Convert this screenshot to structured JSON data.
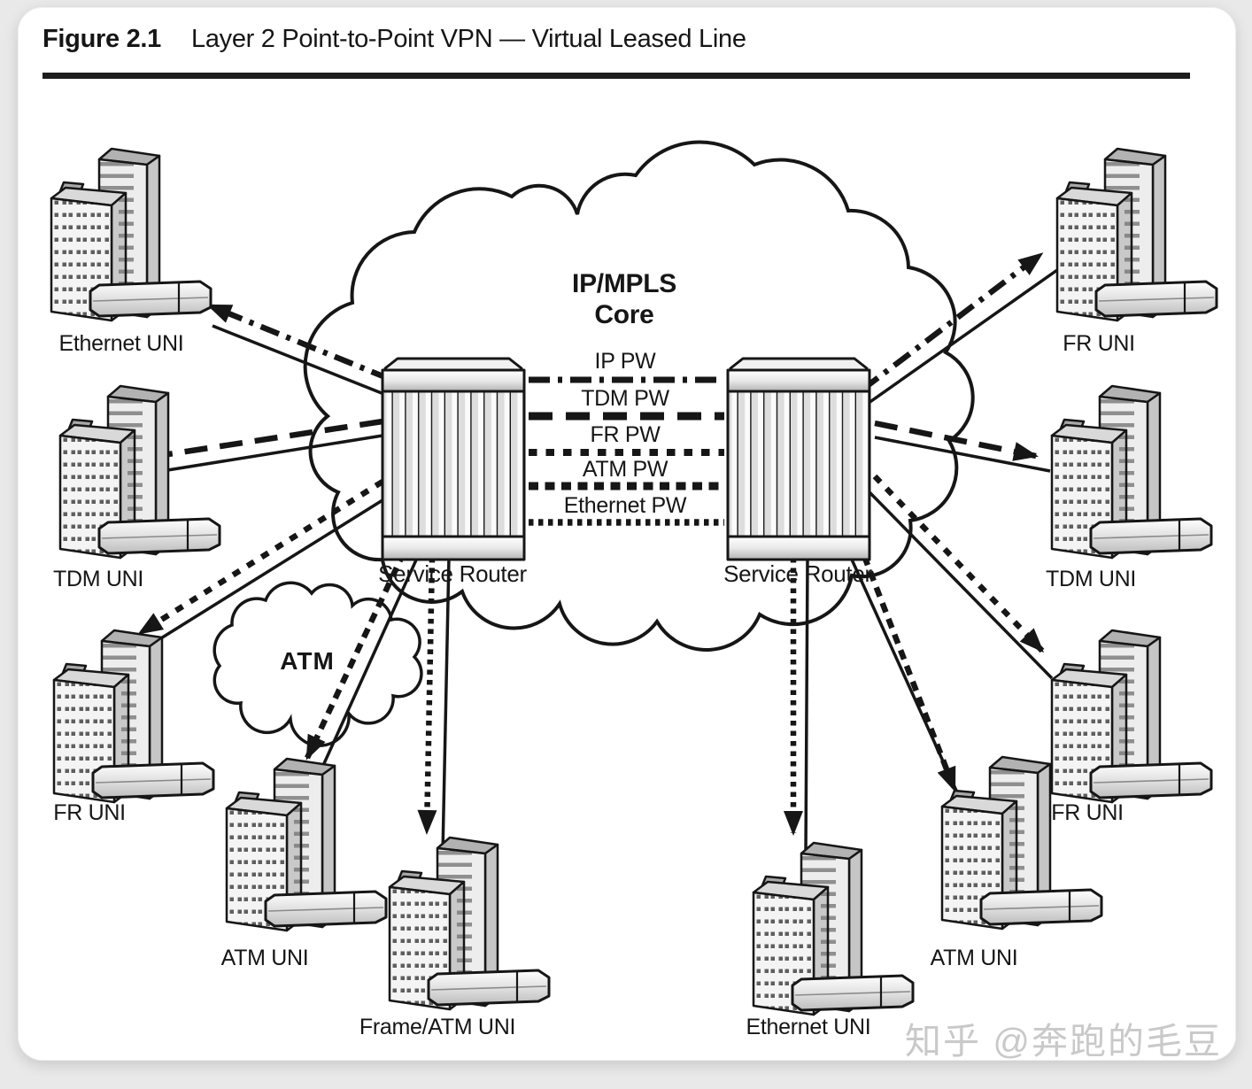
{
  "figure": {
    "label": "Figure 2.1",
    "title": "Layer 2 Point-to-Point VPN — Virtual Leased Line"
  },
  "core_cloud": {
    "label": "IP/MPLS\nCore"
  },
  "routers": {
    "left": "Service Router",
    "right": "Service Router"
  },
  "pseudowires": [
    {
      "label": "IP PW",
      "line_style": "dash-dot"
    },
    {
      "label": "TDM PW",
      "line_style": "long-dash"
    },
    {
      "label": "FR PW",
      "line_style": "dotted"
    },
    {
      "label": "ATM PW",
      "line_style": "square-dot"
    },
    {
      "label": "Ethernet PW",
      "line_style": "fine-dot"
    }
  ],
  "access_cloud": {
    "label": "ATM"
  },
  "sites": [
    {
      "label": "Ethernet UNI",
      "position": "top-left"
    },
    {
      "label": "TDM UNI",
      "position": "mid-left"
    },
    {
      "label": "FR UNI",
      "position": "bottom-left"
    },
    {
      "label": "ATM UNI",
      "position": "lower-left"
    },
    {
      "label": "Frame/ATM UNI",
      "position": "bottom-center-left"
    },
    {
      "label": "Ethernet UNI",
      "position": "bottom-center-right"
    },
    {
      "label": "ATM UNI",
      "position": "lower-right"
    },
    {
      "label": "FR UNI",
      "position": "bottom-right"
    },
    {
      "label": "TDM UNI",
      "position": "mid-right"
    },
    {
      "label": "FR UNI",
      "position": "top-right"
    }
  ],
  "watermark": {
    "text": "知乎 @奔跑的毛豆"
  },
  "colors": {
    "ink": "#161616",
    "card": "#ffffff",
    "page_background": "#e9e9e9",
    "watermark": "#c9c9c9"
  }
}
